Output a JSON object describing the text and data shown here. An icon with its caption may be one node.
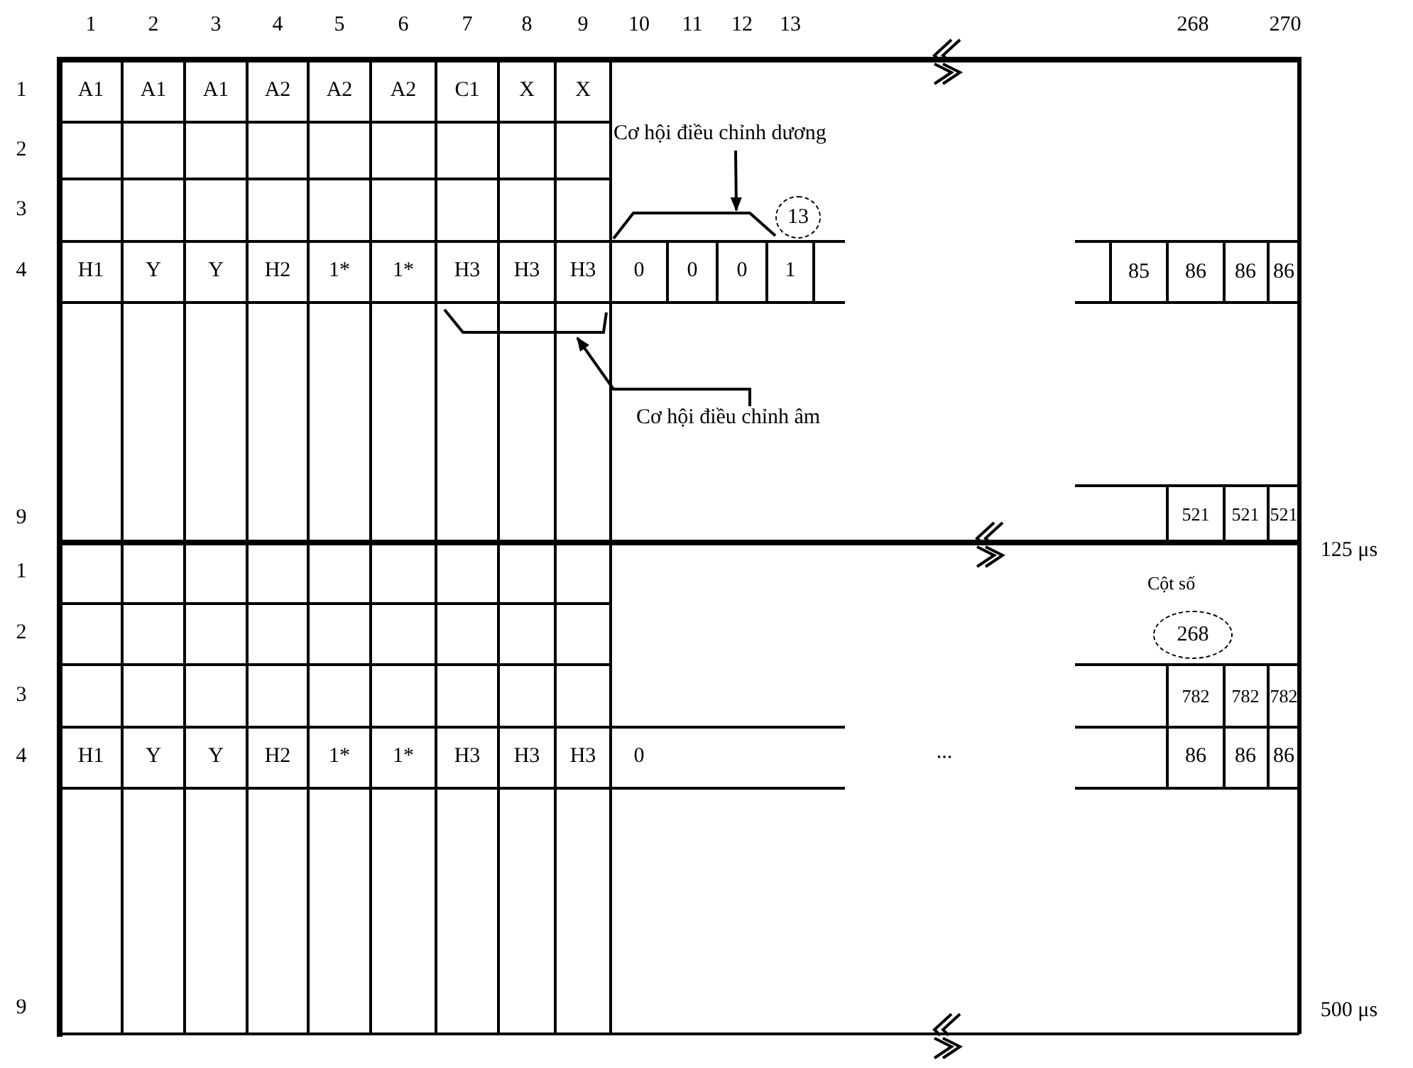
{
  "diagram": {
    "nodes": [
      {
        "text": [
          "Cơ hội điều chỉnh dương"
        ]
      },
      {
        "text": [],
        "shape": "bracket"
      },
      {
        "text": [
          "Cơ hội điều chỉnh âm"
        ]
      },
      {
        "text": [],
        "shape": "bracket"
      },
      {
        "text": [
          "13"
        ]
      },
      {
        "text": [
          "268"
        ],
        "beside": [
          "Cột số"
        ]
      }
    ],
    "edges": [
      {
        "from": 0,
        "to": 1,
        "arrow": "to"
      },
      {
        "from": 2,
        "to": 3,
        "arrow": "to"
      }
    ],
    "labels": [
      "1",
      "2",
      "3",
      "4",
      "5",
      "6",
      "7",
      "8",
      "9",
      "10",
      "11",
      "12",
      "13",
      "268",
      "270",
      "1",
      "A1",
      "A1",
      "A1",
      "A2",
      "A2",
      "A2",
      "C1",
      "X",
      "X",
      "2",
      "3",
      "4",
      "H1",
      "Y",
      "Y",
      "H2",
      "1*",
      "1*",
      "H3",
      "H3",
      "H3",
      "0",
      "0",
      "0",
      "1",
      "85",
      "86",
      "86",
      "86",
      "9",
      "521",
      "521",
      "521",
      "125 μs",
      "1",
      "2",
      "3",
      "782",
      "782",
      "782",
      "4",
      "H1",
      "Y",
      "Y",
      "H2",
      "1*",
      "1*",
      "H3",
      "H3",
      "H3",
      "0",
      "...",
      "86",
      "86",
      "86",
      "9",
      "500 μs"
    ]
  }
}
